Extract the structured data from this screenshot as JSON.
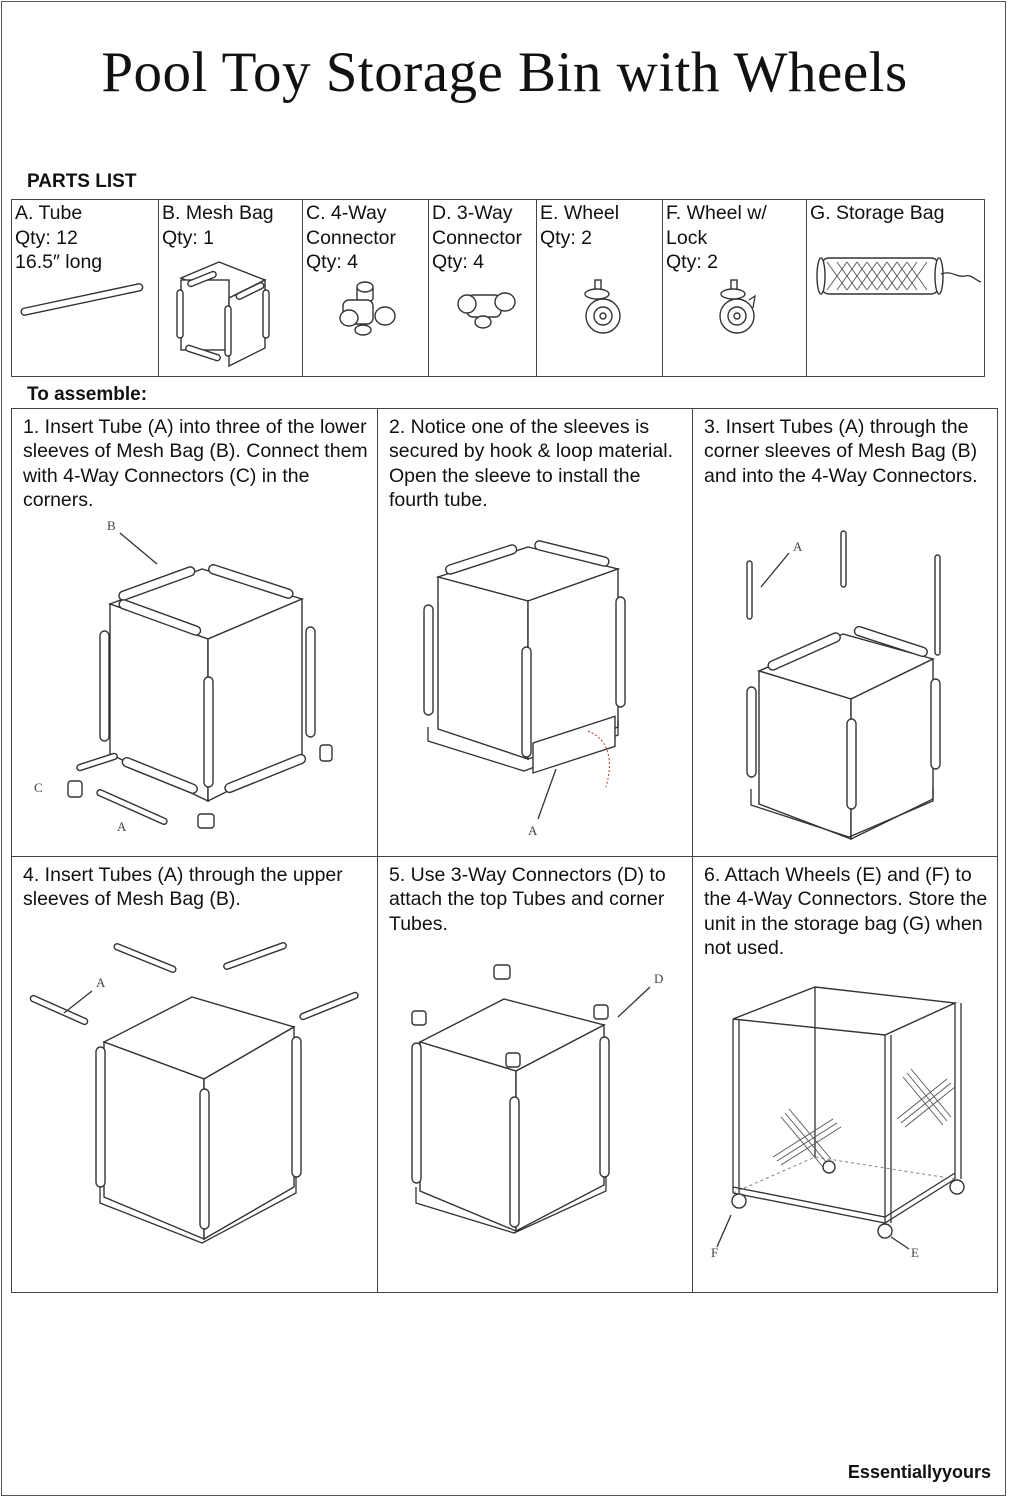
{
  "title": "Pool Toy Storage Bin with Wheels",
  "parts_list": {
    "heading": "PARTS LIST",
    "parts": [
      {
        "text": "A. Tube\nQty: 12\n16.5″ long",
        "icon": "tube-icon"
      },
      {
        "text": "B. Mesh Bag\n Qty: 1",
        "icon": "mesh-bag-icon"
      },
      {
        "text": "C. 4-Way\nConnector\nQty: 4",
        "icon": "four-way-connector-icon"
      },
      {
        "text": "D. 3-Way\nConnector\nQty: 4",
        "icon": "three-way-connector-icon"
      },
      {
        "text": "E. Wheel\nQty: 2",
        "icon": "wheel-icon"
      },
      {
        "text": "F. Wheel w/\nLock\nQty: 2",
        "icon": "locking-wheel-icon"
      },
      {
        "text": "G. Storage Bag",
        "icon": "storage-bag-icon"
      }
    ]
  },
  "assembly": {
    "heading": "To assemble:",
    "steps": [
      {
        "text": "1. Insert Tube (A) into three of the lower sleeves of Mesh Bag (B). Connect them with 4-Way Connectors (C) in the corners.",
        "labels": [
          "B",
          "C",
          "A"
        ]
      },
      {
        "text": "2. Notice one of the sleeves is secured by hook & loop material. Open the sleeve to install the fourth tube.",
        "labels": [
          "A"
        ]
      },
      {
        "text": "3. Insert Tubes (A) through the corner sleeves of Mesh Bag (B) and into the 4-Way Connectors.",
        "labels": [
          "A"
        ]
      },
      {
        "text": "4. Insert Tubes (A) through the upper sleeves of Mesh Bag (B).",
        "labels": [
          "A"
        ]
      },
      {
        "text": "5. Use 3-Way Connectors (D) to attach the top Tubes and corner Tubes.",
        "labels": [
          "D"
        ]
      },
      {
        "text": "6. Attach Wheels (E) and (F) to the 4-Way Connectors. Store the unit in the storage bag (G) when not used.",
        "labels": [
          "F",
          "E"
        ]
      }
    ]
  },
  "brand": "Essentiallyyours"
}
